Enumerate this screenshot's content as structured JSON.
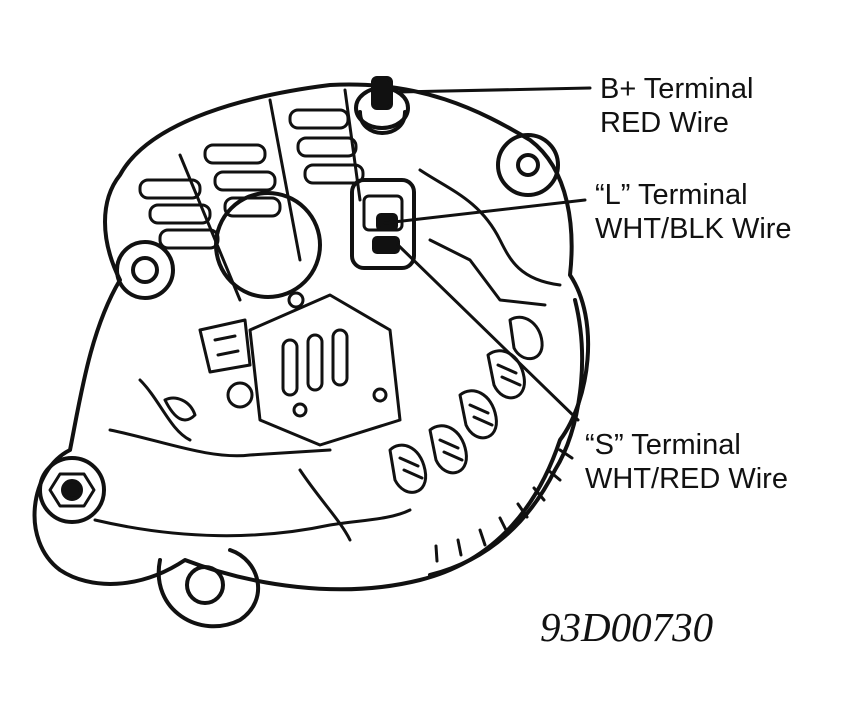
{
  "callouts": [
    {
      "terminal": "B+ Terminal",
      "wire": "RED Wire"
    },
    {
      "terminal": "“L” Terminal",
      "wire": "WHT/BLK Wire"
    },
    {
      "terminal": "“S” Terminal",
      "wire": "WHT/RED Wire"
    }
  ],
  "figure_code": "93D00730",
  "colors": {
    "ink": "#111111",
    "paper": "#ffffff"
  }
}
